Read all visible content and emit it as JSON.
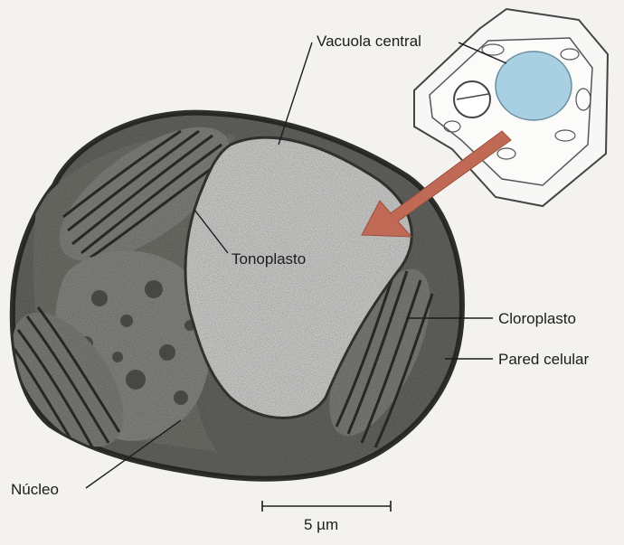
{
  "labels": {
    "vacuola_central": "Vacuola central",
    "tonoplasto": "Tonoplasto",
    "cloroplasto": "Cloroplasto",
    "pared_celular": "Pared celular",
    "nucleo": "Núcleo"
  },
  "scale_bar": {
    "label": "5 µm"
  },
  "colors": {
    "background": "#f4f2ef",
    "vacuole": "#dcdcda",
    "cytoplasm": "#6b6b68",
    "cell_wall": "#3a3a38",
    "arrow": "#c06a55",
    "inset_vacuole": "#a9cfe3"
  }
}
